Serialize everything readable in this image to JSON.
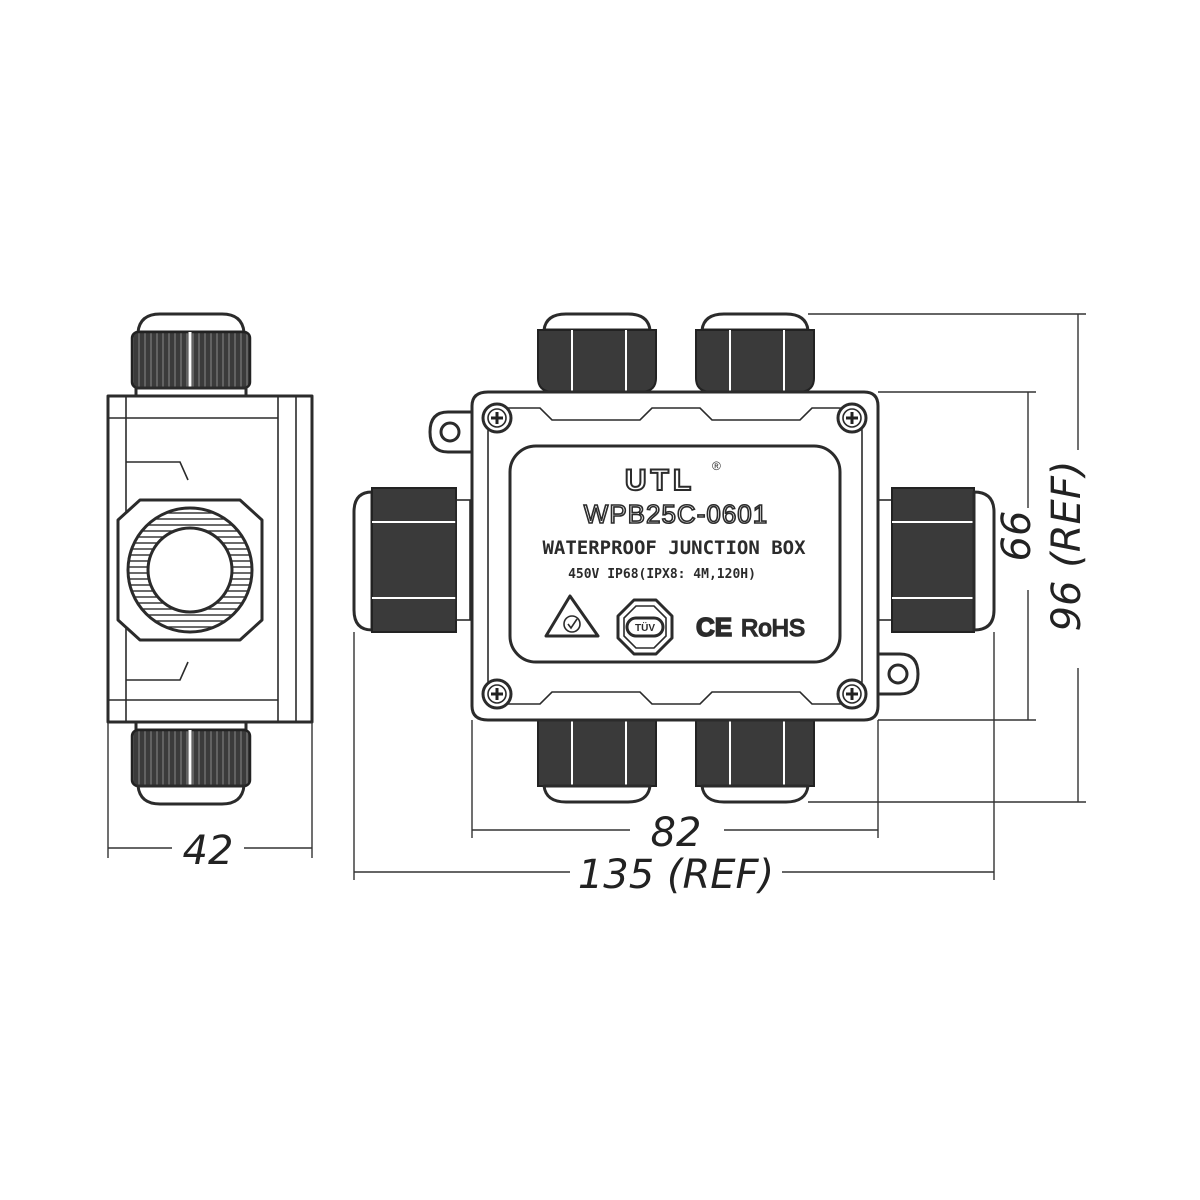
{
  "label": {
    "brand": "UTL",
    "registered": "®",
    "model": "WPB25C-0601",
    "title": "WATERPROOF JUNCTION BOX",
    "rating": "450V  IP68(IPX8: 4M,120H)",
    "tuv": "TÜV",
    "ce": "CE",
    "rohs": "RoHS"
  },
  "dimensions": {
    "side_width": "42",
    "body_width": "82",
    "overall_width": "135 (REF)",
    "body_height": "66",
    "overall_height": "96 (REF)"
  }
}
